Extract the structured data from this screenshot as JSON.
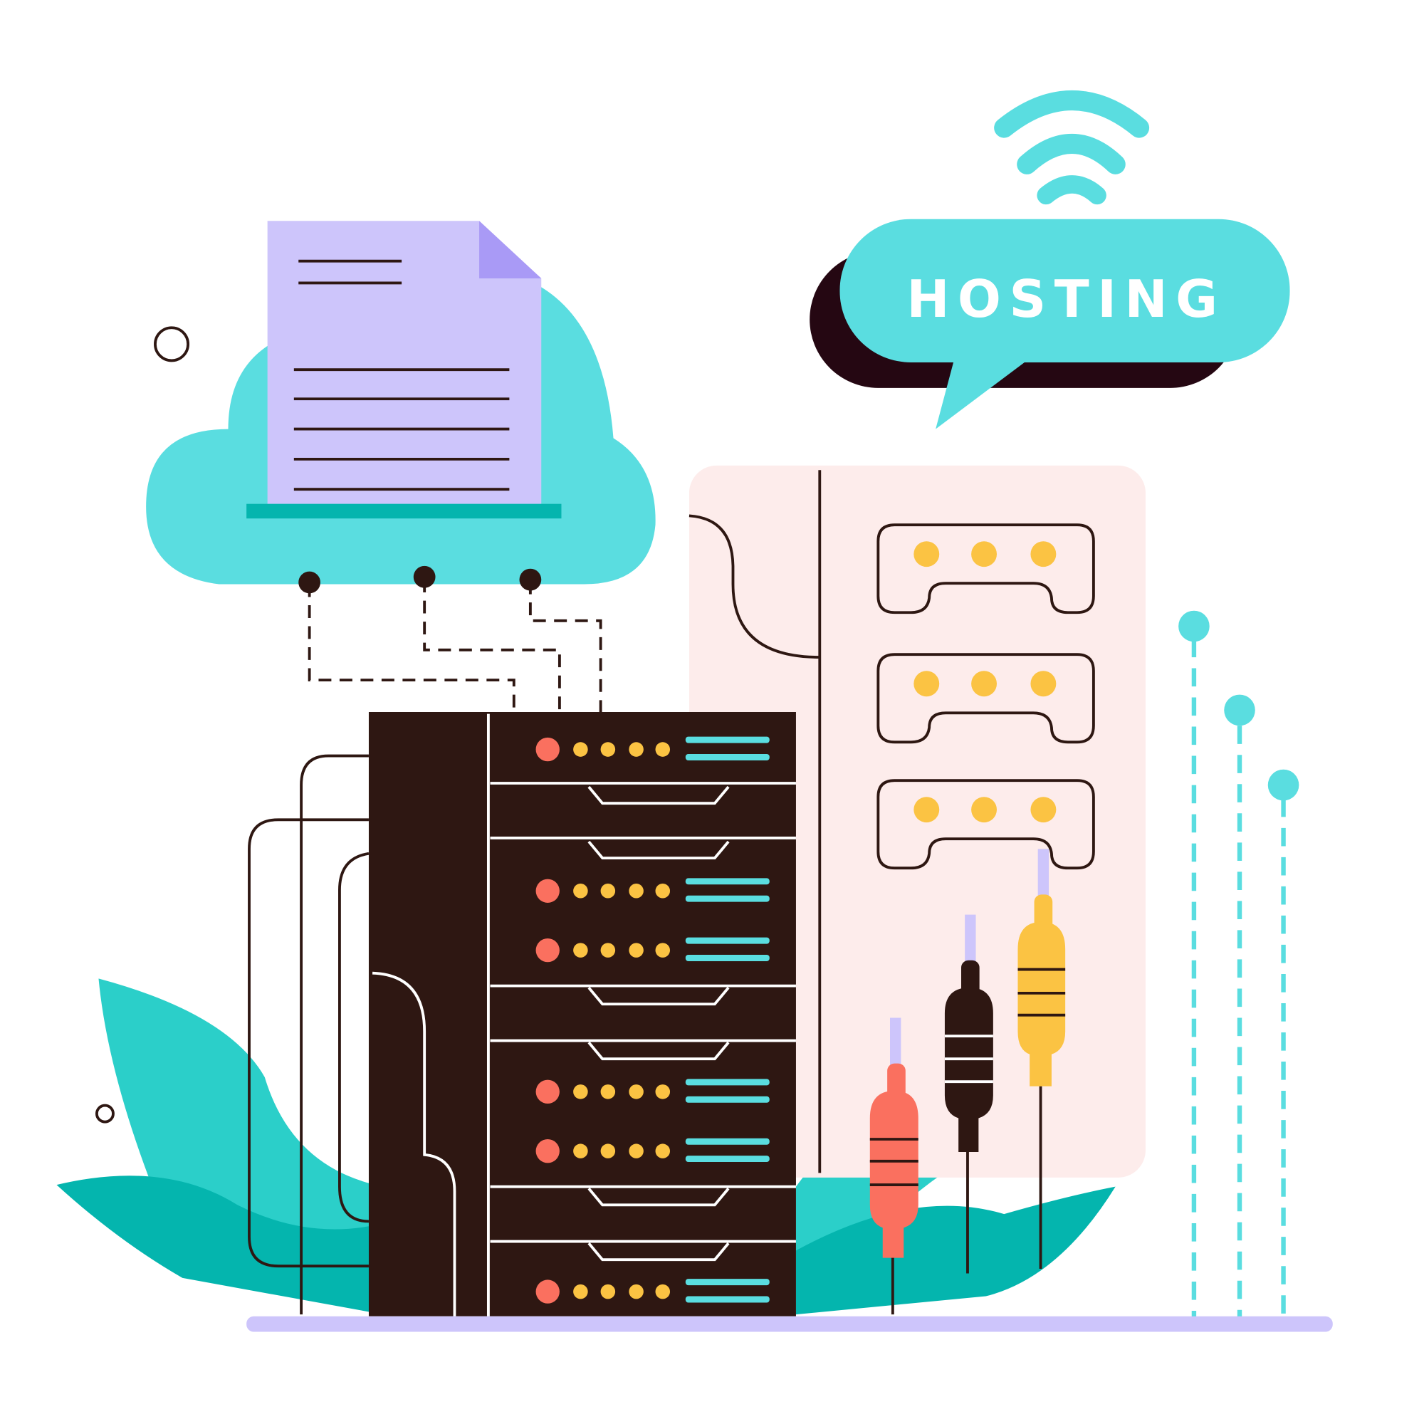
{
  "bubble": {
    "label": "HOSTING"
  },
  "colors": {
    "cyan": "#5adde0",
    "teal": "#2bcfc9",
    "teal_dark": "#04b5ae",
    "dark": "#2e1712",
    "lavender": "#cdc5fb",
    "lavender_dark": "#a99af6",
    "pink": "#fdeceb",
    "yellow": "#fbc343",
    "red": "#fa705f"
  },
  "server_rack": {
    "units_with_leds": 6,
    "leds_per_row": 4
  },
  "cabinet": {
    "slots": 3,
    "dots_per_slot": 3
  },
  "plugs": [
    "red",
    "black",
    "yellow"
  ]
}
